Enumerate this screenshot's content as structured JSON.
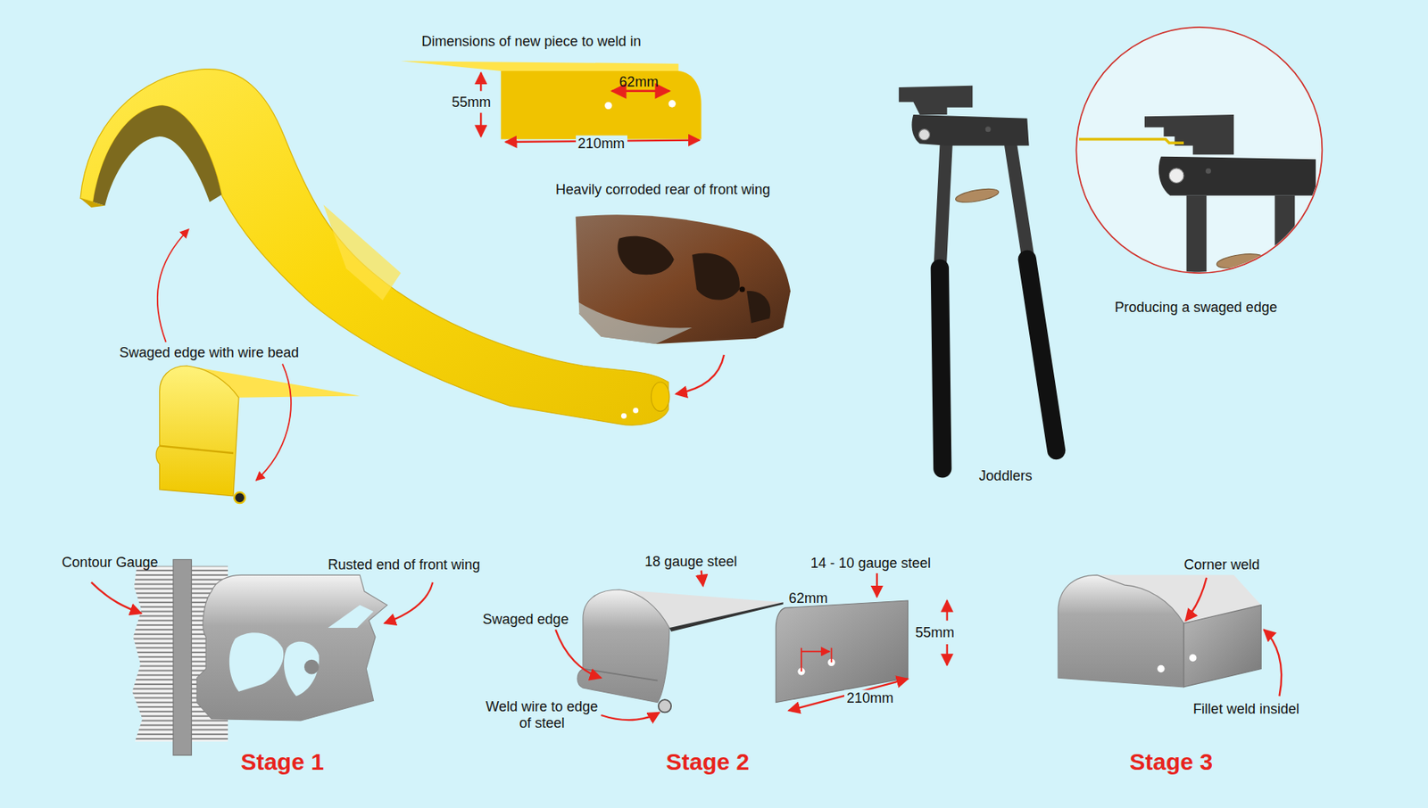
{
  "diagram": {
    "labels": [
      "Dimensions of new piece to weld in",
      "55mm",
      "62mm",
      "210mm",
      "Heavily corroded rear of front wing",
      "Swaged edge with wire bead",
      "Producing a swaged edge",
      "Joddlers",
      "Contour Gauge",
      "Rusted end of front wing",
      "Stage 1",
      "18 gauge steel",
      "14 - 10 gauge steel",
      "Swaged edge",
      "62mm",
      "55mm",
      "Weld wire to edge of steel",
      "210mm",
      "Stage 2",
      "Corner weld",
      "Fillet weld insidel",
      "Stage 3"
    ]
  }
}
